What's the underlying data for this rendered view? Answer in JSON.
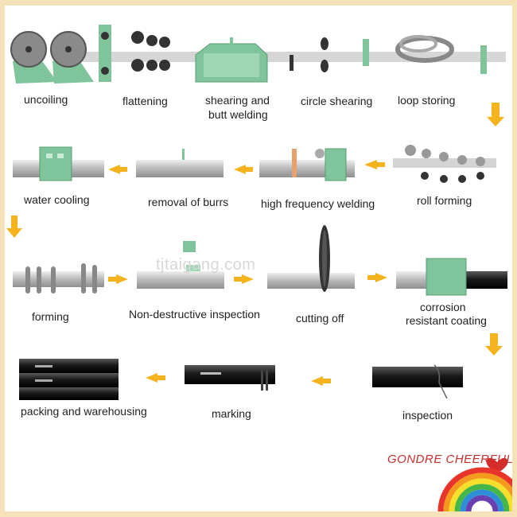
{
  "steps": {
    "uncoiling": "uncoiling",
    "flattening": "flattening",
    "shearing_1": "shearing and",
    "shearing_2": "butt welding",
    "circle_shearing": "circle shearing",
    "loop_storing": "loop storing",
    "water_cooling": "water cooling",
    "removal_of_burrs": "removal of burrs",
    "high_frequency_welding": "high frequency welding",
    "roll_forming": "roll forming",
    "forming": "forming",
    "non_destructive": "Non-destructive inspection",
    "cutting_off": "cutting off",
    "corrosion_1": "corrosion",
    "corrosion_2": "resistant coating",
    "packing": "packing and warehousing",
    "marking": "marking",
    "inspection": "inspection"
  },
  "watermark": "tjtaigang.com",
  "brand": "GONDRE CHEERFUL LIFE",
  "colors": {
    "frame": "#f6e2b8",
    "machine": "#7fc49a",
    "arrow": "#f5b41e",
    "pipe": "#1c1c1c",
    "rail": "#d4d4d4",
    "brand": "#c8302c"
  }
}
